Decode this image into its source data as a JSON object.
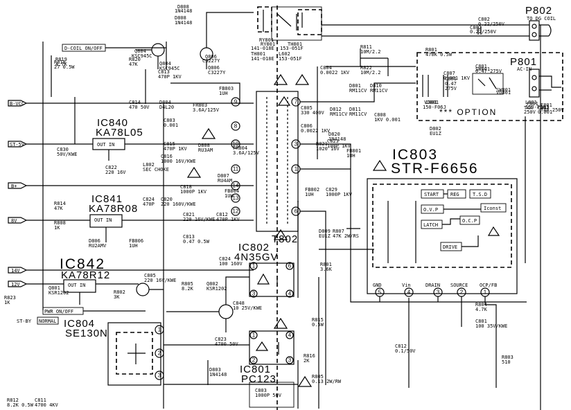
{
  "connectors": {
    "p802": {
      "name": "P802",
      "note": "TO DG COIL"
    },
    "p801": {
      "name": "P801",
      "note": "AC-IN"
    }
  },
  "option_label": "*** OPTION",
  "ics": {
    "ic840": {
      "ref": "IC840",
      "part": "KA78L05",
      "pins": "OUT  IN"
    },
    "ic841": {
      "ref": "IC841",
      "part": "KA78R08",
      "pins": "OUT  IN"
    },
    "ic842": {
      "ref": "IC842",
      "part": "KA78R12",
      "pins": "OUT  IN"
    },
    "ic804": {
      "ref": "IC804",
      "part": "SE130N"
    },
    "ic802": {
      "ref": "IC802",
      "part": "4N35GV"
    },
    "ic801": {
      "ref": "IC801",
      "part": "PC123"
    },
    "ic803": {
      "ref": "IC803",
      "part": "STR-F6656"
    }
  },
  "transformer": "T802",
  "rails": [
    {
      "label": "D-COIL ON/OFF"
    },
    {
      "label": "B-VCC"
    },
    {
      "label": "ST-5V"
    },
    {
      "label": "B+"
    },
    {
      "label": "8V"
    },
    {
      "label": "14V"
    },
    {
      "label": "12V"
    },
    {
      "label": "PWR ON/OFF"
    },
    {
      "label": "ST-BY"
    },
    {
      "label": "NORMAL"
    }
  ],
  "ic803_blocks": [
    "START",
    "REG",
    "T.S.D",
    "O.V.P",
    "Iconst",
    "LATCH",
    "O.C.P",
    "DRIVE"
  ],
  "ic803_pins": [
    {
      "num": "5",
      "name": "GND"
    },
    {
      "num": "4",
      "name": "Vin"
    },
    {
      "num": "3",
      "name": "DRAIN"
    },
    {
      "num": "2",
      "name": "SOURCE"
    },
    {
      "num": "1",
      "name": "OCP/FB"
    }
  ],
  "parts": [
    {
      "ref": "D808",
      "val": "1N4148"
    },
    {
      "ref": "RY801",
      "val": ""
    },
    {
      "ref": "TH801",
      "val": "141-018E"
    },
    {
      "ref": "L602",
      "val": "153-051F"
    },
    {
      "ref": "C802",
      "val": "0.22/250V"
    },
    {
      "ref": "R819",
      "val": "4.7K"
    },
    {
      "ref": "Q804",
      "val": "KSC945C"
    },
    {
      "ref": "R820",
      "val": "47K"
    },
    {
      "ref": "Q806",
      "val": "C3227Y"
    },
    {
      "ref": "R818",
      "val": "27 0.5W"
    },
    {
      "ref": "R811",
      "val": "10M/2.2"
    },
    {
      "ref": "R822",
      "val": "10M/2.2"
    },
    {
      "ref": "R801",
      "val": "470K 0.5W"
    },
    {
      "ref": "C813",
      "val": "470P 1KV"
    },
    {
      "ref": "C804",
      "val": "0.0022 1KV"
    },
    {
      "ref": "C814",
      "val": "470 50V"
    },
    {
      "ref": "D804",
      "val": "D4L20"
    },
    {
      "ref": "FR803",
      "val": "3.6A/125V"
    },
    {
      "ref": "FB803",
      "val": "1UH"
    },
    {
      "ref": "C805",
      "val": "330 400V"
    },
    {
      "ref": "C806",
      "val": "0.0022 1KV"
    },
    {
      "ref": "D812",
      "val": "RM11CV"
    },
    {
      "ref": "D811",
      "val": "RM11CV"
    },
    {
      "ref": "D801",
      "val": "RM11CV"
    },
    {
      "ref": "D810",
      "val": "RM11CV"
    },
    {
      "ref": "C808",
      "val": "1KV 0.001"
    },
    {
      "ref": "C807",
      "val": "0.001 1KV"
    },
    {
      "ref": "C801",
      "val": "0.47 275V"
    },
    {
      "ref": "SW801",
      "val": ""
    },
    {
      "ref": "VD801",
      "val": ""
    },
    {
      "ref": "L801",
      "val": "150-F06J"
    },
    {
      "ref": "F801",
      "val": "T4A 250V"
    },
    {
      "ref": "C803",
      "val": "0.001"
    },
    {
      "ref": "C815",
      "val": "470P 1KV"
    },
    {
      "ref": "D808",
      "val": "RU3AM"
    },
    {
      "ref": "FR804",
      "val": "3.6A/125V"
    },
    {
      "ref": "C830",
      "val": "50V/KWE"
    },
    {
      "ref": "C822",
      "val": "220 16V"
    },
    {
      "ref": "L802",
      "val": "SEC CHOKE"
    },
    {
      "ref": "C816",
      "val": "1000 16V/KWE"
    },
    {
      "ref": "C818",
      "val": "1000P 1KV"
    },
    {
      "ref": "D807",
      "val": "RU4AM"
    },
    {
      "ref": "FB804",
      "val": "1UH"
    },
    {
      "ref": "C824",
      "val": "470P"
    },
    {
      "ref": "C820",
      "val": "220 160V/KWE"
    },
    {
      "ref": "C821",
      "val": "220 16V/KWE"
    },
    {
      "ref": "C812",
      "val": "470P 1KV"
    },
    {
      "ref": "C813",
      "val": "0.47 0.5W"
    },
    {
      "ref": "FB806",
      "val": "1UH"
    },
    {
      "ref": "D806",
      "val": "RU2AMV"
    },
    {
      "ref": "R814",
      "val": "47K"
    },
    {
      "ref": "R808",
      "val": "1K"
    },
    {
      "ref": "C824",
      "val": "100 160V"
    },
    {
      "ref": "C805",
      "val": "220 16V/KWE"
    },
    {
      "ref": "R805",
      "val": "8.2K"
    },
    {
      "ref": "Q802",
      "val": "KSR1202"
    },
    {
      "ref": "C848",
      "val": "10 25V/KWE"
    },
    {
      "ref": "R802",
      "val": "3K"
    },
    {
      "ref": "Q801",
      "val": "KSR1202"
    },
    {
      "ref": "R823",
      "val": "1K"
    },
    {
      "ref": "R821",
      "val": "1020 16V"
    },
    {
      "ref": "D820",
      "val": "1N4148"
    },
    {
      "ref": "C823",
      "val": "100P 1KV"
    },
    {
      "ref": "FB801",
      "val": "1UH"
    },
    {
      "ref": "FB802",
      "val": "1UH"
    },
    {
      "ref": "C829",
      "val": "1000P 1KV"
    },
    {
      "ref": "D802",
      "val": "EU1Z"
    },
    {
      "ref": "D809",
      "val": "EU1Z"
    },
    {
      "ref": "R807",
      "val": "47K 2W/RS"
    },
    {
      "ref": "R801",
      "val": "3.6K"
    },
    {
      "ref": "R815",
      "val": "0.5W"
    },
    {
      "ref": "C823",
      "val": "4700 50V"
    },
    {
      "ref": "D803",
      "val": "1N4148"
    },
    {
      "ref": "R816",
      "val": "2K"
    },
    {
      "ref": "C812",
      "val": "0.1/50V"
    },
    {
      "ref": "R804",
      "val": "4.7K"
    },
    {
      "ref": "C801",
      "val": "100 35V/KWE"
    },
    {
      "ref": "R803",
      "val": "510"
    },
    {
      "ref": "R805",
      "val": "0.13 2W/RW"
    },
    {
      "ref": "C803",
      "val": "1000P 50V"
    },
    {
      "ref": "R812",
      "val": "8.2K 0.5W"
    },
    {
      "ref": "C811",
      "val": "4700 4KV"
    }
  ]
}
